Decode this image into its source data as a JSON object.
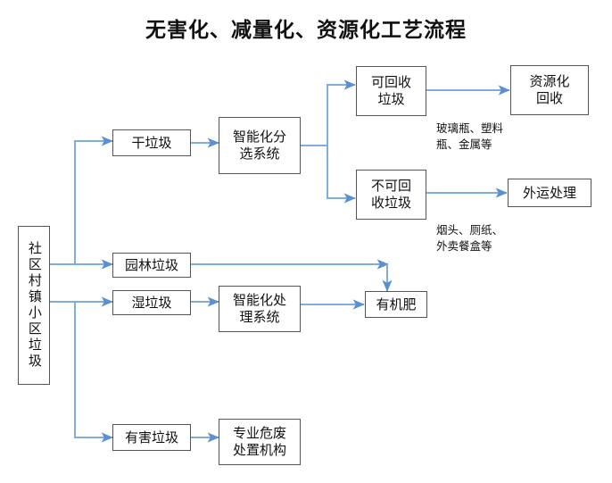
{
  "title": "无害化、减量化、资源化工艺流程",
  "theme": {
    "connector_color": "#7FAEDC",
    "box_border": "#565656",
    "text_color": "#111111",
    "background": "#FFFFFF"
  },
  "nodes": {
    "source": "社区村镇小区垃圾",
    "dry_waste": "干垃圾",
    "sorting_system": "智能化分\n选系统",
    "recyclable": "可回收\n垃圾",
    "non_recyclable": "不可回\n收垃圾",
    "resource_recovery": "资源化\n回收",
    "external_disposal": "外运处理",
    "garden_waste": "园林垃圾",
    "wet_waste": "湿垃圾",
    "treatment_system": "智能化处\n理系统",
    "organic_fertilizer": "有机肥",
    "hazardous_waste": "有害垃圾",
    "hazardous_agency": "专业危废\n处置机构"
  },
  "edge_labels": {
    "recyclable_examples": "玻璃瓶、塑料\n瓶、金属等",
    "non_recyclable_examples": "烟头、厕纸、\n外卖餐盒等"
  }
}
